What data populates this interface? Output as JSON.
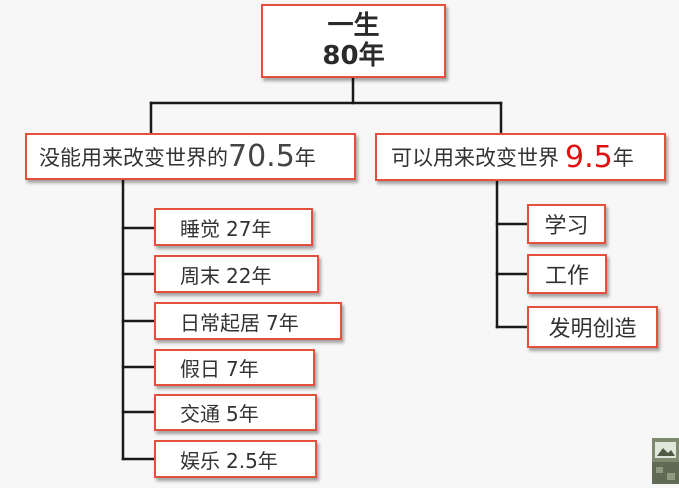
{
  "root": {
    "line1": "一生",
    "line2": "80年"
  },
  "left": {
    "label": "没能用来改变世界的",
    "number": "70.5",
    "unit": "年",
    "items": [
      {
        "name": "睡觉",
        "value": "27年"
      },
      {
        "name": "周末",
        "value": "22年"
      },
      {
        "name": "日常起居",
        "value": "7年"
      },
      {
        "name": "假日",
        "value": "7年"
      },
      {
        "name": "交通",
        "value": "5年"
      },
      {
        "name": "娱乐",
        "value": "2.5年"
      }
    ]
  },
  "right": {
    "label": "可以用来改变世界",
    "number": "9.5",
    "unit": "年",
    "items": [
      "学习",
      "工作",
      "发明创造"
    ]
  },
  "colors": {
    "box_border": "#e5503c",
    "highlight_number": "#e01010",
    "connector": "#1a1a1a",
    "background": "#f7f7f7"
  }
}
